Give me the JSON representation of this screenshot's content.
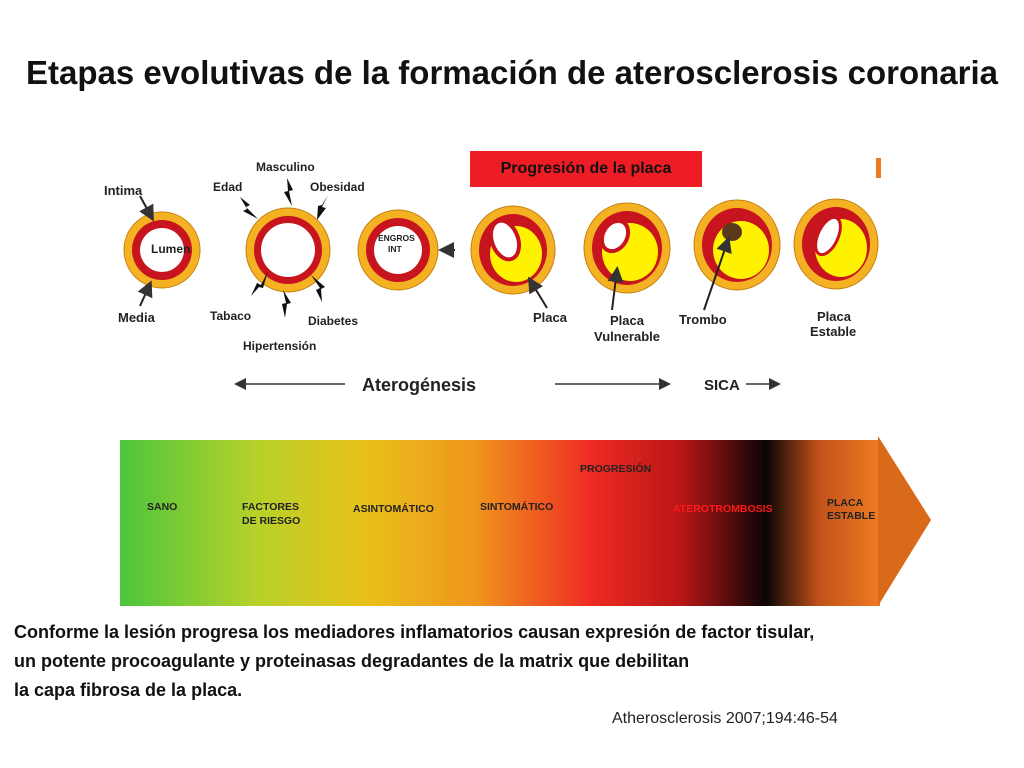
{
  "title": "Etapas evolutivas de la formación de aterosclerosis coronaria",
  "progression_header": "Progresión de la placa",
  "vessel_labels": {
    "intima": "Intima",
    "lumen": "Lumen",
    "media": "Media",
    "edad": "Edad",
    "masculino": "Masculino",
    "obesidad": "Obesidad",
    "tabaco": "Tabaco",
    "diabetes": "Diabetes",
    "hipertension": "Hipertensión",
    "engros_line1": "ENGROS",
    "engros_line2": "INT",
    "placa": "Placa",
    "placa_vulnerable_line1": "Placa",
    "placa_vulnerable_line2": "Vulnerable",
    "trombo": "Trombo",
    "placa_estable_line1": "Placa",
    "placa_estable_line2": "Estable"
  },
  "phases": {
    "aterogenesis": "Aterogénesis",
    "sica": "SICA"
  },
  "band": {
    "sano": "SANO",
    "factores_line1": "FACTORES",
    "factores_line2": "DE RIESGO",
    "asintomatico": "ASINTOMÁTICO",
    "sintomatico": "SINTOMÁTICO",
    "progresion": "PROGRESIÓN",
    "aterotrombosis": "ATEROTROMBOSIS",
    "placa_estable_line1": "PLACA",
    "placa_estable_line2": "ESTABLE"
  },
  "body": {
    "line1": "Conforme la lesión progresa los mediadores inflamatorios causan expresión de factor tisular,",
    "line2": "un potente procoagulante y proteinasas degradantes de la matrix que debilitan",
    "line3": "la capa fibrosa de la placa."
  },
  "citation": "Atherosclerosis 2007;194:46-54",
  "colors": {
    "vessel_outer": "#f4b223",
    "vessel_wall": "#c8141e",
    "plaque": "#fff200",
    "header_box": "#ee1c24",
    "band_green": "#4cc53c",
    "band_yellow": "#e8c21a",
    "band_red": "#ee2a22",
    "band_black": "#0a0505",
    "band_orange": "#f07a22"
  }
}
